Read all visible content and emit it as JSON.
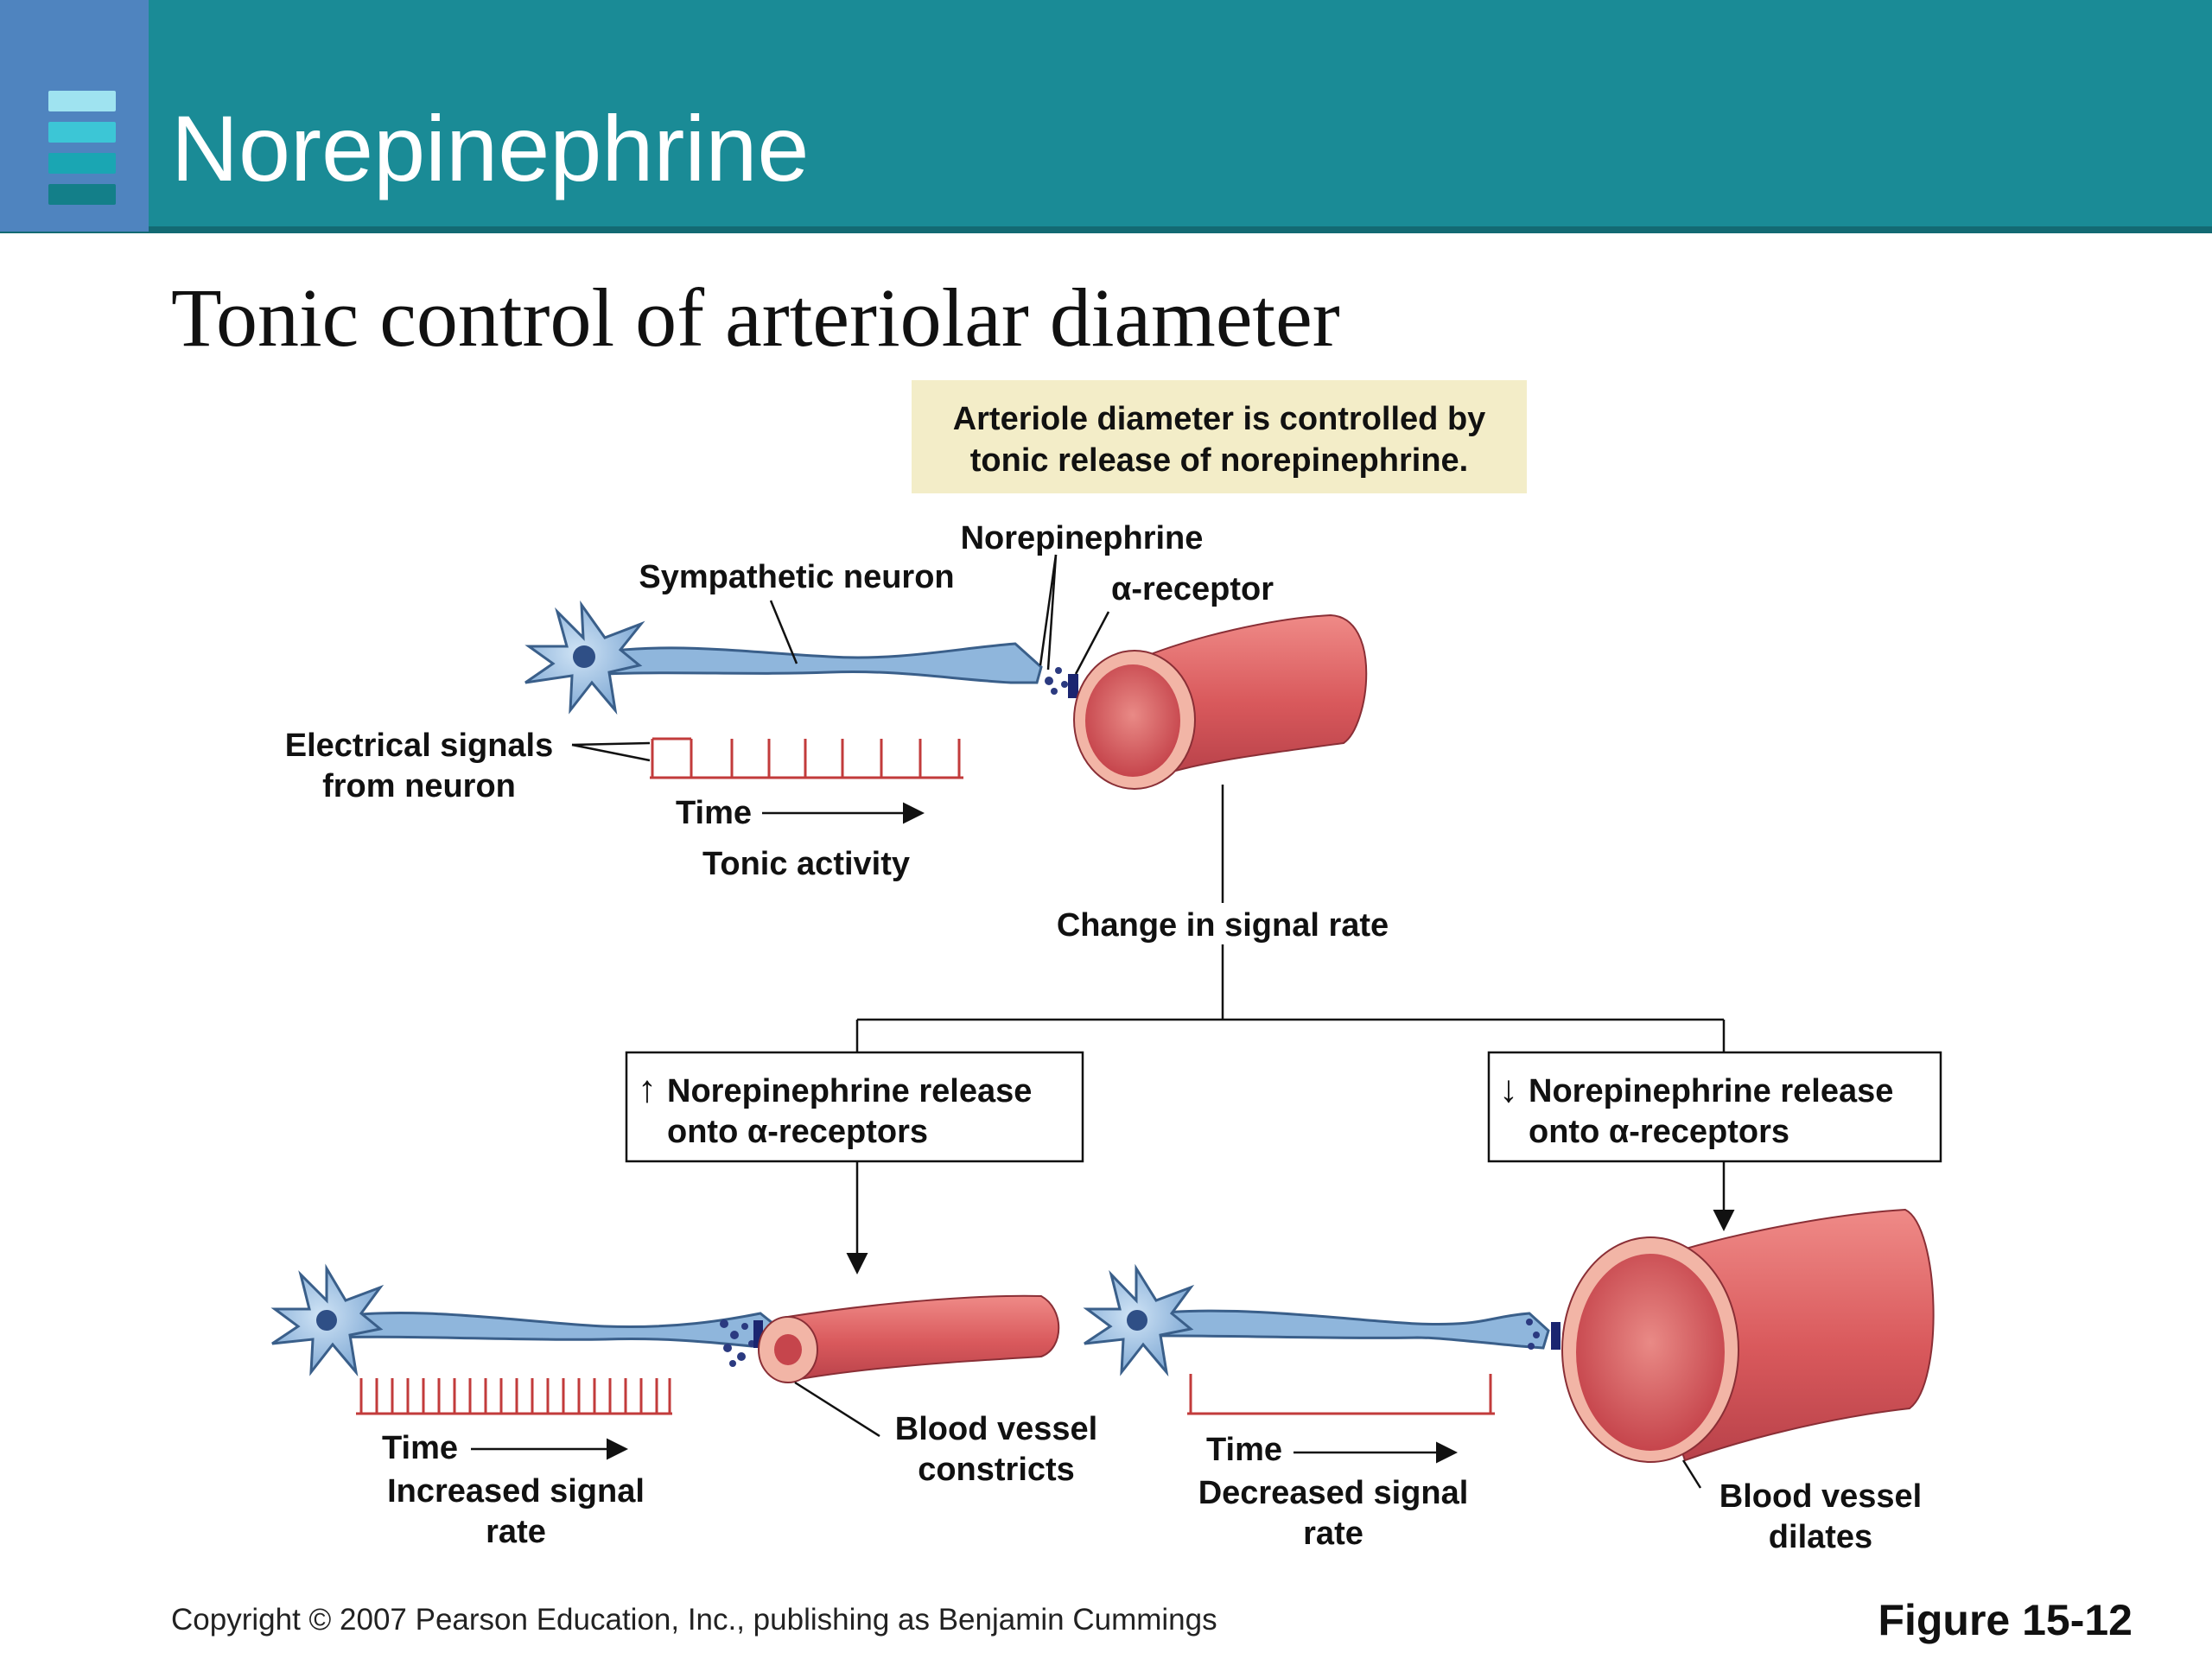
{
  "header": {
    "title": "Norepinephrine",
    "menu_icon": "stack-bars-icon"
  },
  "subtitle": "Tonic control of arteriolar diameter",
  "diagram": {
    "summary_box": {
      "line1": "Arteriole diameter is controlled by",
      "line2": "tonic release of norepinephrine."
    },
    "labels": {
      "norepinephrine": "Norepinephrine",
      "sympathetic_neuron": "Sympathetic neuron",
      "alpha_receptor": "α-receptor",
      "electrical_line1": "Electrical signals",
      "electrical_line2": "from neuron",
      "time": "Time",
      "tonic_activity": "Tonic activity",
      "change_signal": "Change in signal rate"
    },
    "increase_box": {
      "arrow": "↑",
      "line1": "Norepinephrine release",
      "line2": "onto α-receptors"
    },
    "decrease_box": {
      "arrow": "↓",
      "line1": "Norepinephrine release",
      "line2": "onto α-receptors"
    },
    "left_bottom": {
      "time": "Time",
      "rate_line1": "Increased signal",
      "rate_line2": "rate",
      "vessel_line1": "Blood vessel",
      "vessel_line2": "constricts"
    },
    "right_bottom": {
      "time": "Time",
      "rate_line1": "Decreased signal",
      "rate_line2": "rate",
      "vessel_line1": "Blood vessel",
      "vessel_line2": "dilates"
    },
    "colors": {
      "header": "#1a8b96",
      "side_block": "#4f84bf",
      "summary_box": "#f3edc8",
      "vessel": "#d9595c",
      "vessel_outer": "#f2b5a6",
      "neuron": "#8fb6dc",
      "signal": "#c23b3b"
    }
  },
  "footer": {
    "copyright": "Copyright © 2007 Pearson Education, Inc., publishing as Benjamin Cummings",
    "figure_label": "Figure 15-12"
  }
}
